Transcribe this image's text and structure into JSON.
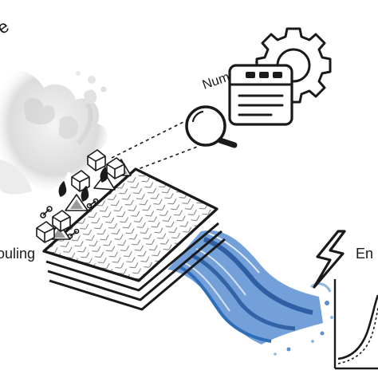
{
  "labels": {
    "top_left_fragment": "e",
    "numerical_simulation": "Numerical simulation",
    "fouling_fragment": "ouling",
    "energy_fragment": "En"
  },
  "icons": {
    "gear": "gear-icon",
    "app_window": "app-window-icon",
    "magnifier": "magnifying-glass-icon",
    "lightning": "lightning-bolt-icon",
    "mini_graph": "mini-graph-icon"
  },
  "colors": {
    "ink": "#1a1a1a",
    "milk": "#e6e6e6",
    "water": "#2f6db8",
    "water_light": "#8fb6e3",
    "plate_fill": "#ffffff"
  }
}
